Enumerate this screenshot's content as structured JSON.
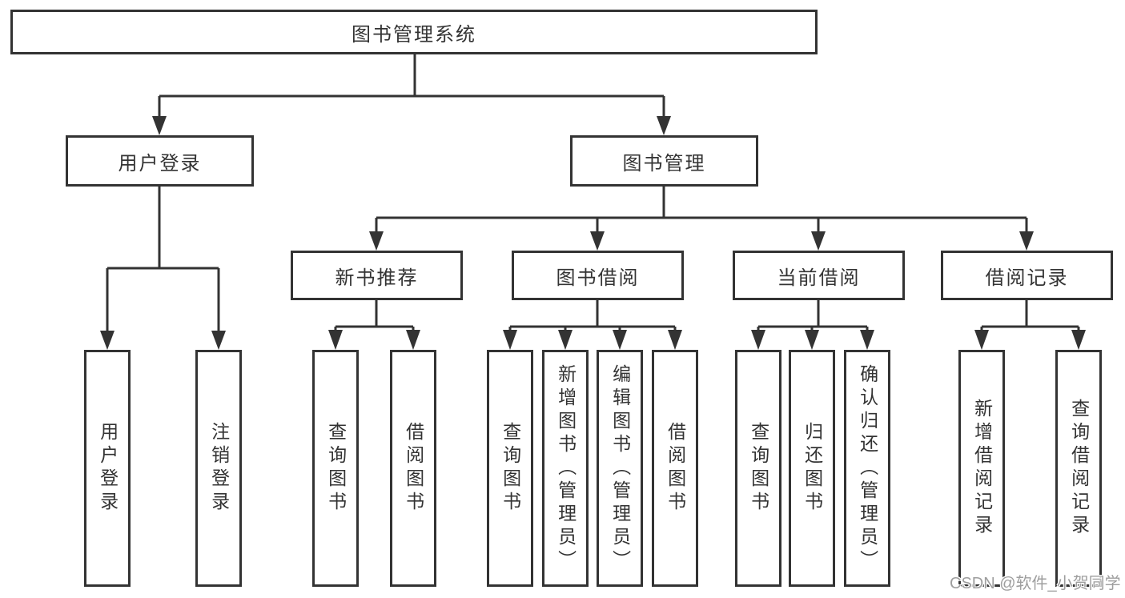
{
  "diagram": {
    "root": {
      "label": "图书管理系统"
    },
    "branches": [
      {
        "label": "用户登录",
        "children": [
          {
            "label": "用户登录"
          },
          {
            "label": "注销登录"
          }
        ]
      },
      {
        "label": "图书管理",
        "children": [
          {
            "label": "新书推荐",
            "children": [
              {
                "label": "查询图书"
              },
              {
                "label": "借阅图书"
              }
            ]
          },
          {
            "label": "图书借阅",
            "children": [
              {
                "label": "查询图书"
              },
              {
                "label": "新增图书（管理员）"
              },
              {
                "label": "编辑图书（管理员）"
              },
              {
                "label": "借阅图书"
              }
            ]
          },
          {
            "label": "当前借阅",
            "children": [
              {
                "label": "查询图书"
              },
              {
                "label": "归还图书"
              },
              {
                "label": "确认归还（管理员）"
              }
            ]
          },
          {
            "label": "借阅记录",
            "children": [
              {
                "label": "新增借阅记录"
              },
              {
                "label": "查询借阅记录"
              }
            ]
          }
        ]
      }
    ],
    "watermark": "CSDN @软件_小贺同学",
    "colors": {
      "line": "#333333",
      "text": "#333333",
      "watermark": "#9e9e9e",
      "background": "#ffffff"
    }
  }
}
